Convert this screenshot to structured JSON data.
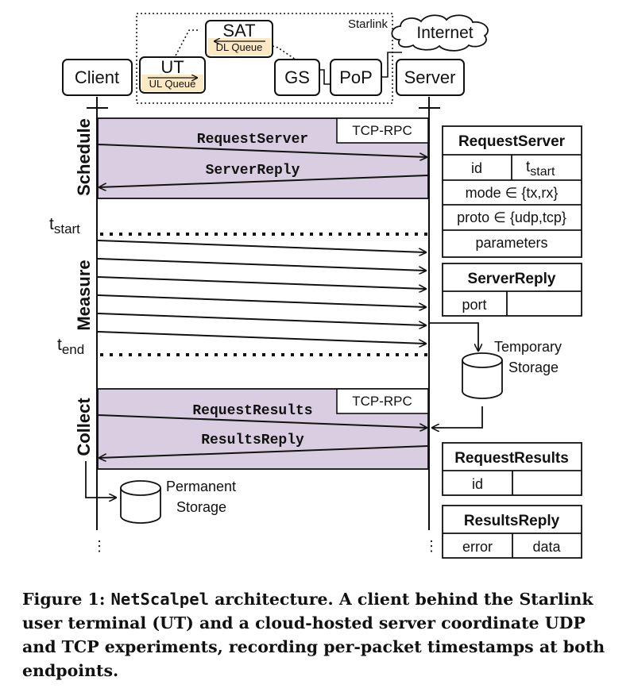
{
  "topology": {
    "starlink_label": "Starlink",
    "client": "Client",
    "ut": "UT",
    "ut_queue": "UL Queue",
    "sat": "SAT",
    "sat_queue": "DL Queue",
    "gs": "GS",
    "pop": "PoP",
    "internet": "Internet",
    "server": "Server"
  },
  "phases": {
    "schedule": "Schedule",
    "measure": "Measure",
    "collect": "Collect"
  },
  "rpc_tag": "TCP-RPC",
  "messages": {
    "request_server": "RequestServer",
    "server_reply": "ServerReply",
    "request_results": "RequestResults",
    "results_reply": "ResultsReply"
  },
  "timing": {
    "t_start": "t",
    "t_start_sub": "start",
    "t_end": "t",
    "t_end_sub": "end"
  },
  "storage": {
    "temporary_1": "Temporary",
    "temporary_2": "Storage",
    "permanent_1": "Permanent",
    "permanent_2": "Storage"
  },
  "tables": {
    "request_server": {
      "title": "RequestServer",
      "id": "id",
      "t": "t",
      "t_sub": "start",
      "mode": "mode ∈ {tx,rx}",
      "proto": "proto ∈ {udp,tcp}",
      "parameters": "parameters"
    },
    "server_reply": {
      "title": "ServerReply",
      "port": "port"
    },
    "request_results": {
      "title": "RequestResults",
      "id": "id"
    },
    "results_reply": {
      "title": "ResultsReply",
      "error": "error",
      "data": "data"
    }
  },
  "ellipsis": "⋮",
  "caption": {
    "prefix": "Figure 1: ",
    "name": "NetScalpel",
    "rest": " architecture. A client behind the Starlink user terminal (UT) and a cloud-hosted server coordinate UDP and TCP experiments, recording per-packet timestamps at both endpoints."
  },
  "colors": {
    "phase_fill": "#d9cee1",
    "queue_fill": "#fbe8c4",
    "line": "#111111"
  }
}
